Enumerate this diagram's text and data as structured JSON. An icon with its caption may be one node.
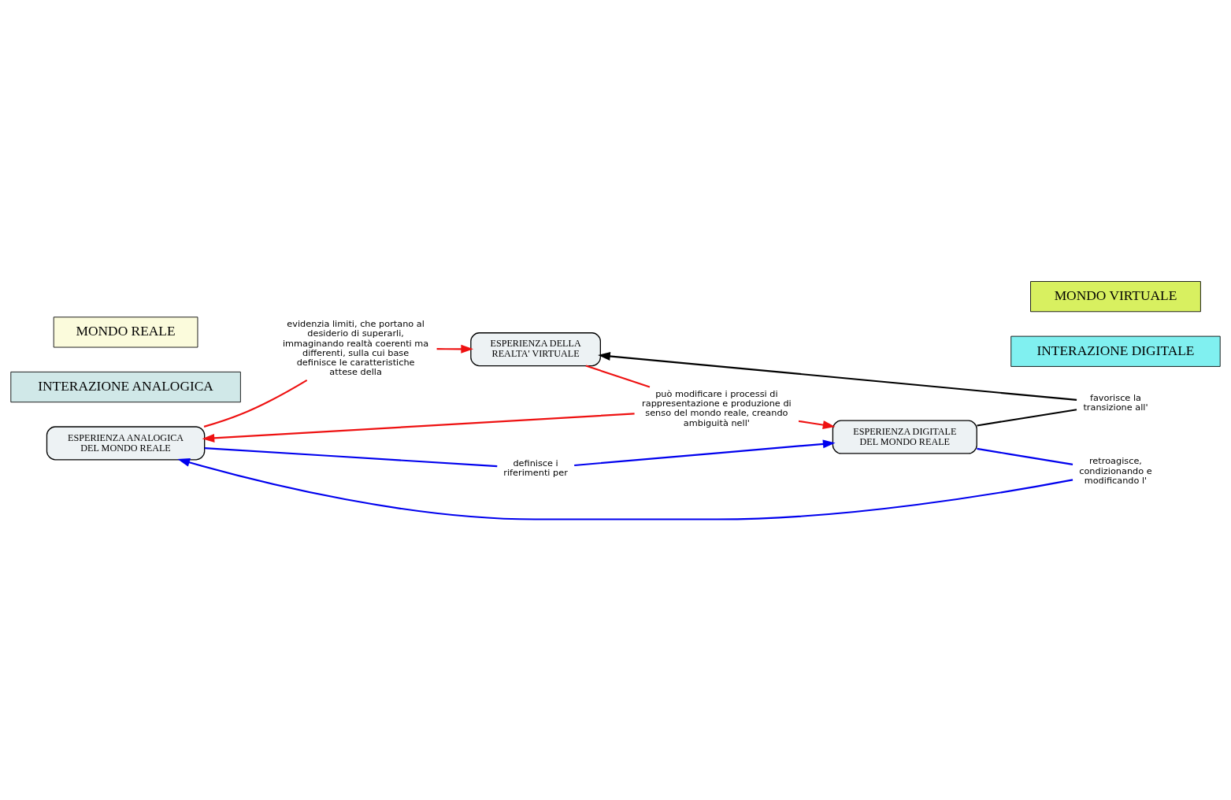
{
  "diagram": {
    "nodes": [
      {
        "text": [
          "ESPERIENZA ANALOGICA DEL MONDO REALE"
        ]
      },
      {
        "text": [
          "ESPERIENZA DIGITALE DEL MONDO REALE"
        ]
      },
      {
        "text": [
          "ESPERIENZA DELLA REALTA' VIRTUALE"
        ]
      },
      {
        "text": [
          "evidenzia limiti, che portano al desiderio di superarli, immaginando realtà coerenti ma differenti, sulla cui base definisce le caratteristiche attese della"
        ]
      },
      {
        "text": [
          "definisce i riferimenti per"
        ]
      },
      {
        "text": [
          "favorisce la transizione all'"
        ]
      },
      {
        "text": [
          "retroagisce, condizionando e modificando l'"
        ]
      },
      {
        "text": [
          "può modificare i processi di rappresentazione e produzione di senso del mondo reale, creando ambiguità nell'"
        ]
      },
      {
        "text": [
          "MONDO REALE"
        ]
      },
      {
        "text": [
          "MONDO VIRTUALE"
        ]
      },
      {
        "text": [
          "INTERAZIONE ANALOGICA"
        ]
      },
      {
        "text": [
          "INTERAZIONE DIGITALE"
        ]
      }
    ],
    "edges": [
      {
        "from": 0,
        "to": 3,
        "arrow": "none"
      },
      {
        "from": 3,
        "to": 2,
        "arrow": "to"
      },
      {
        "from": 0,
        "to": 4,
        "arrow": "none",
        "color": "#0000ee"
      },
      {
        "from": 4,
        "to": 1,
        "arrow": "to",
        "color": "#0000ee"
      },
      {
        "from": 1,
        "to": 5,
        "arrow": "none",
        "color": "#000000"
      },
      {
        "from": 5,
        "to": 2,
        "arrow": "to",
        "color": "#000000"
      },
      {
        "from": 1,
        "to": 6,
        "arrow": "none",
        "color": "#0000ee"
      },
      {
        "from": 6,
        "to": 0,
        "arrow": "to",
        "color": "#0000ee"
      },
      {
        "from": 2,
        "to": 7,
        "arrow": "none"
      },
      {
        "from": 7,
        "to": 1,
        "arrow": "to"
      },
      {
        "from": 7,
        "to": 0,
        "arrow": "to"
      }
    ]
  }
}
